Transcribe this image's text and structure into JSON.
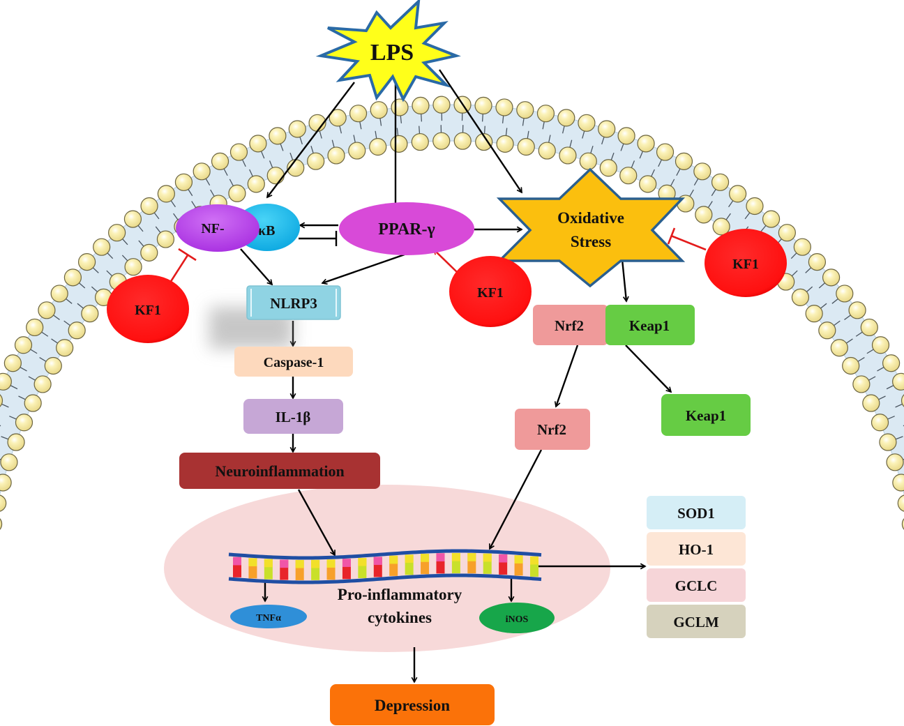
{
  "title": "KF1 mechanism in LPS-induced depression",
  "nodes": {
    "lps": {
      "label": "LPS",
      "color": "#ffff1a",
      "stroke": "#2a6aa6"
    },
    "nfkb_left": {
      "label": "NF-",
      "color": "#b83ee6"
    },
    "nfkb_right": {
      "label": "κB",
      "color": "#16b5ea"
    },
    "ppar": {
      "label": "PPAR-γ",
      "color": "#d84ad8"
    },
    "oxidative_stress": {
      "line1": "Oxidative",
      "line2": "Stress",
      "color": "#fbbf0e",
      "stroke": "#2a5f8f"
    },
    "kf1_left": {
      "label": "KF1",
      "color": "#ff1414"
    },
    "kf1_middle": {
      "label": "KF1",
      "color": "#ff1414"
    },
    "kf1_right": {
      "label": "KF1",
      "color": "#ff1414"
    },
    "nlrp3": {
      "label": "NLRP3",
      "color": "#8fd3e3"
    },
    "caspase1": {
      "label": "Caspase-1",
      "color": "#fdd9bd"
    },
    "il1b": {
      "label": "IL-1β",
      "color": "#c6a7d6"
    },
    "neuroinflammation": {
      "label": "Neuroinflammation",
      "color": "#a83232"
    },
    "nrf2_bound": {
      "label": "Nrf2",
      "color": "#ef9a9a"
    },
    "keap1_bound": {
      "label": "Keap1",
      "color": "#66cc44"
    },
    "nrf2_free": {
      "label": "Nrf2",
      "color": "#ef9a9a"
    },
    "keap1_free": {
      "label": "Keap1",
      "color": "#66cc44"
    },
    "cytokines": {
      "line1": "Pro-inflammatory",
      "line2": "cytokines",
      "color": "#f7d9d9"
    },
    "tnfa": {
      "label": "TNFα",
      "color": "#2f8fd8"
    },
    "inos": {
      "label": "iNOS",
      "color": "#17a64a"
    },
    "depression": {
      "label": "Depression",
      "color": "#fb7209"
    }
  },
  "antioxidant_genes": [
    {
      "label": "SOD1",
      "color": "#d5eef6"
    },
    {
      "label": "HO-1",
      "color": "#fde6d6"
    },
    {
      "label": "GCLC",
      "color": "#f6d5d8"
    },
    {
      "label": "GCLM",
      "color": "#d6d2bd"
    }
  ],
  "edges": [
    {
      "from": "LPS",
      "to": "NF-κB",
      "type": "activation"
    },
    {
      "from": "LPS",
      "to": "PPAR-γ",
      "type": "inhibition"
    },
    {
      "from": "LPS",
      "to": "Oxidative Stress",
      "type": "activation"
    },
    {
      "from": "PPAR-γ",
      "to": "NF-κB",
      "type": "inhibition"
    },
    {
      "from": "NF-κB",
      "to": "PPAR-γ",
      "type": "activation"
    },
    {
      "from": "PPAR-γ",
      "to": "Oxidative Stress",
      "type": "activation"
    },
    {
      "from": "NF-κB",
      "to": "NLRP3",
      "type": "activation"
    },
    {
      "from": "PPAR-γ",
      "to": "NLRP3",
      "type": "activation"
    },
    {
      "from": "KF1",
      "to": "NF-κB",
      "type": "inhibition"
    },
    {
      "from": "KF1",
      "to": "PPAR-γ",
      "type": "activation"
    },
    {
      "from": "KF1",
      "to": "Oxidative Stress",
      "type": "inhibition"
    },
    {
      "from": "NLRP3",
      "to": "Caspase-1",
      "type": "activation"
    },
    {
      "from": "Caspase-1",
      "to": "IL-1β",
      "type": "activation"
    },
    {
      "from": "IL-1β",
      "to": "Neuroinflammation",
      "type": "activation"
    },
    {
      "from": "Oxidative Stress",
      "to": "Keap1",
      "type": "activation"
    },
    {
      "from": "Nrf2-Keap1",
      "to": "Nrf2",
      "type": "activation"
    },
    {
      "from": "Nrf2-Keap1",
      "to": "Keap1",
      "type": "activation"
    },
    {
      "from": "Neuroinflammation",
      "to": "DNA",
      "type": "activation"
    },
    {
      "from": "Nrf2",
      "to": "DNA",
      "type": "activation"
    },
    {
      "from": "DNA",
      "to": "TNFα",
      "type": "activation"
    },
    {
      "from": "DNA",
      "to": "iNOS",
      "type": "activation"
    },
    {
      "from": "DNA",
      "to": "Antioxidant genes",
      "type": "activation"
    },
    {
      "from": "Pro-inflammatory cytokines",
      "to": "Depression",
      "type": "activation"
    }
  ]
}
